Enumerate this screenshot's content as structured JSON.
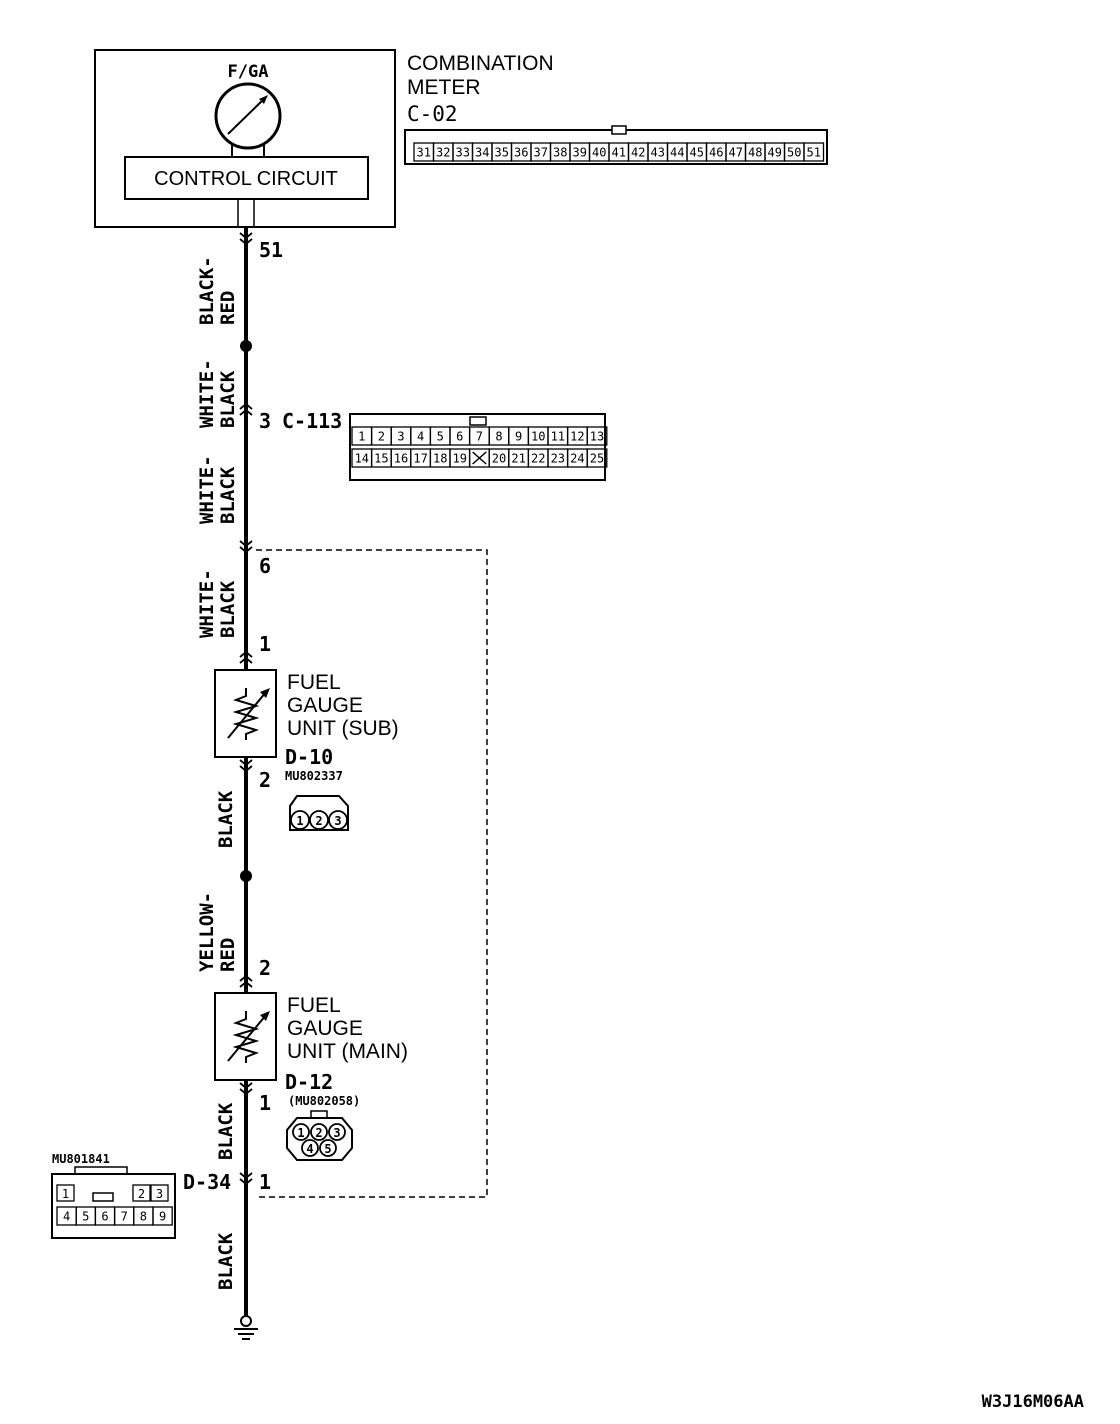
{
  "combination_meter": {
    "gauge_label": "F/GA",
    "control_circuit": "CONTROL CIRCUIT",
    "name_line1": "COMBINATION",
    "name_line2": "METER",
    "connector_id": "C-02",
    "pins": [
      "31",
      "32",
      "33",
      "34",
      "35",
      "36",
      "37",
      "38",
      "39",
      "40",
      "41",
      "42",
      "43",
      "44",
      "45",
      "46",
      "47",
      "48",
      "49",
      "50",
      "51"
    ]
  },
  "c113": {
    "connector_id": "C-113",
    "row1": [
      "1",
      "2",
      "3",
      "4",
      "5",
      "6",
      "7",
      "8",
      "9",
      "10",
      "11",
      "12",
      "13"
    ],
    "row2": [
      "14",
      "15",
      "16",
      "17",
      "18",
      "19",
      "",
      "20",
      "21",
      "22",
      "23",
      "24",
      "25"
    ]
  },
  "pins": {
    "meter_pin": "51",
    "c113_pin": "3",
    "upper_junction_pin": "6",
    "sub_top_pin": "1",
    "sub_bottom_pin": "2",
    "main_top_pin": "2",
    "main_bottom_pin": "1",
    "d34_pin": "1"
  },
  "wires": {
    "w1_line1": "BLACK-",
    "w1_line2": "RED",
    "w2_line1": "WHITE-",
    "w2_line2": "BLACK",
    "w3_line1": "WHITE-",
    "w3_line2": "BLACK",
    "w4_line1": "WHITE-",
    "w4_line2": "BLACK",
    "w5": "BLACK",
    "w6_line1": "YELLOW-",
    "w6_line2": "RED",
    "w7": "BLACK",
    "w8": "BLACK"
  },
  "sub_unit": {
    "line1": "FUEL",
    "line2": "GAUGE",
    "line3": "UNIT (SUB)",
    "connector_id": "D-10",
    "part_no": "MU802337",
    "pins": [
      "1",
      "2",
      "3"
    ]
  },
  "main_unit": {
    "line1": "FUEL",
    "line2": "GAUGE",
    "line3": "UNIT (MAIN)",
    "connector_id": "D-12",
    "part_no": "(MU802058)",
    "pins_top": [
      "1",
      "2",
      "3"
    ],
    "pins_bottom": [
      "4",
      "5"
    ]
  },
  "d34": {
    "connector_id": "D-34",
    "part_no": "MU801841",
    "row1": [
      "1",
      "2",
      "3"
    ],
    "row2": [
      "4",
      "5",
      "6",
      "7",
      "8",
      "9"
    ]
  },
  "figure_code": "W3J16M06AA"
}
